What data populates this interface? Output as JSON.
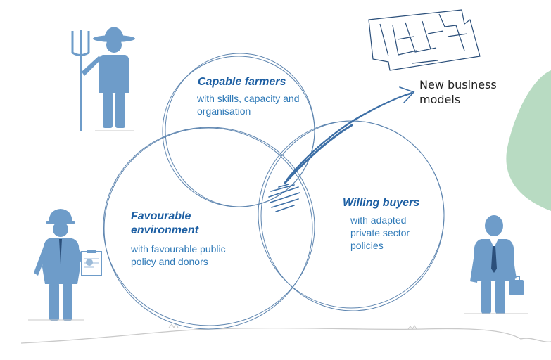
{
  "circles": {
    "capable": {
      "title": "Capable farmers",
      "line1": "with skills, capacity and",
      "line2": "organisation"
    },
    "favourable": {
      "title_line1": "Favourable",
      "title_line2": "environment",
      "line1": "with favourable public",
      "line2": "policy and donors"
    },
    "willing": {
      "title": "Willing buyers",
      "line1": "with adapted",
      "line2": "private sector",
      "line3": "policies"
    }
  },
  "outcome": {
    "line1": "New business",
    "line2": "models"
  },
  "colors": {
    "circle_stroke": "#5f86b0",
    "figure_blue": "#6e9cc9",
    "title_blue": "#1d5fa3",
    "text_blue": "#2f7ab8",
    "green_blob": "#b8dbc2"
  },
  "icons": [
    "farmer-icon",
    "official-icon",
    "businessman-icon",
    "map-icon",
    "arrow-icon",
    "scribble-icon"
  ]
}
